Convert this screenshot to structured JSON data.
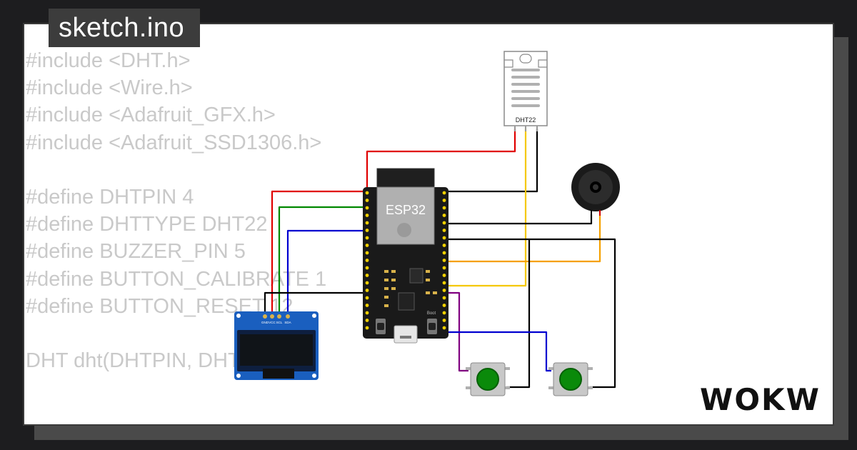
{
  "file_tab": {
    "name": "sketch.ino"
  },
  "code_lines": [
    "#include <DHT.h>",
    "#include <Wire.h>",
    "#include <Adafruit_GFX.h>",
    "#include <Adafruit_SSD1306.h>",
    "",
    "#define DHTPIN 4",
    "#define DHTTYPE DHT22",
    "#define BUZZER_PIN 5",
    "#define BUTTON_CALIBRATE 1",
    "#define BUTTON_RESET 12",
    "",
    "DHT dht(DHTPIN, DHTTYPE);"
  ],
  "components": {
    "esp32_label": "ESP32",
    "dht_label": "DHT22",
    "oled_pins": [
      "GND",
      "VCC",
      "SCL",
      "SDA"
    ],
    "boot_label": "Boot"
  },
  "brand": {
    "logo": "WOKWi"
  },
  "colors": {
    "wire_red": "#e00000",
    "wire_green": "#008800",
    "wire_blue": "#0000d0",
    "wire_black": "#000000",
    "wire_yellow": "#f5c800",
    "wire_orange": "#f5a000",
    "wire_purple": "#800080",
    "button_green": "#0a8a0a",
    "board_dark": "#1a1a1a",
    "oled_blue": "#1a5fbf"
  }
}
